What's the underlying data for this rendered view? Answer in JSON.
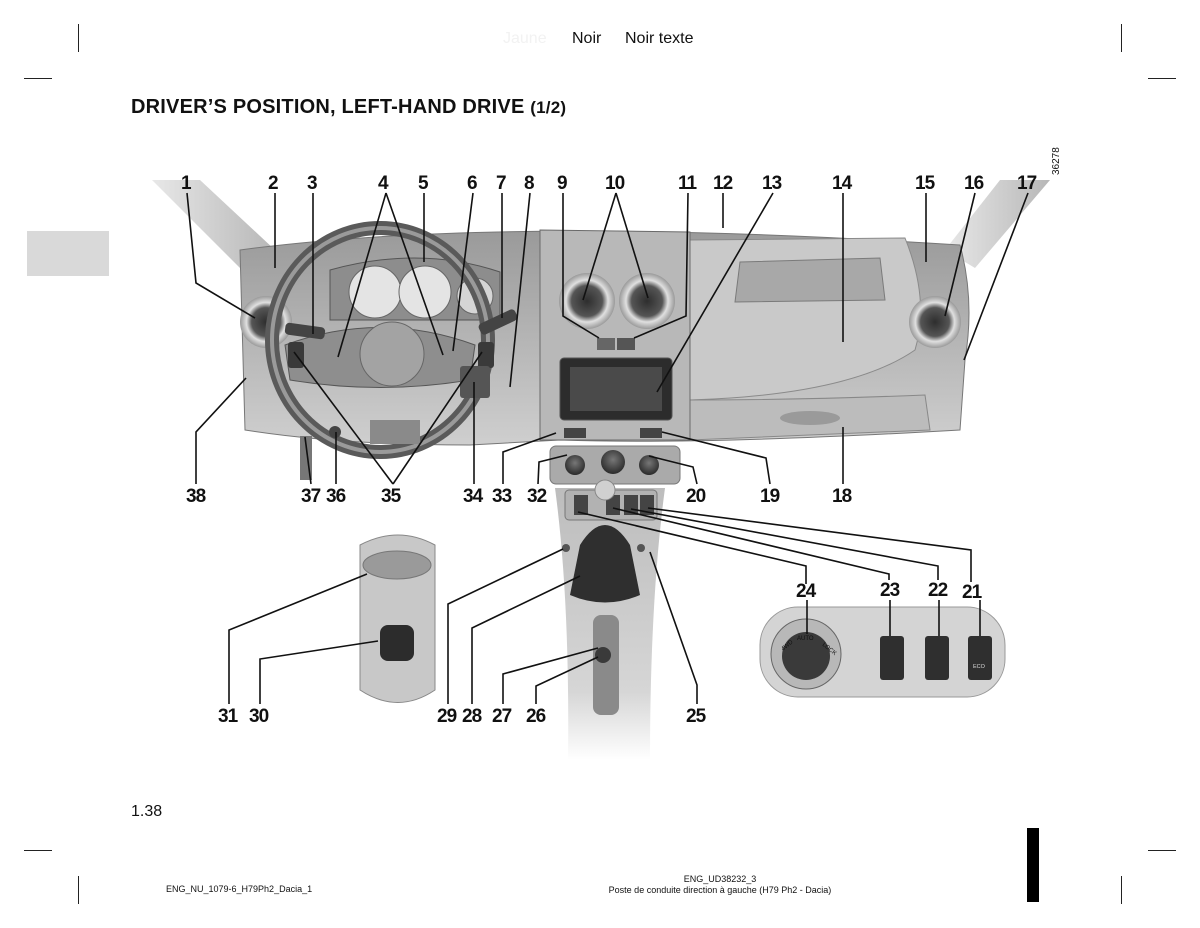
{
  "header": {
    "color_1": "Jaune",
    "color_2": "Noir",
    "color_3": "Noir texte"
  },
  "title": {
    "main": "DRIVER’S POSITION, LEFT-HAND DRIVE",
    "sub": "(1/2)"
  },
  "figure": {
    "reference": "36278",
    "callouts": [
      "1",
      "2",
      "3",
      "4",
      "5",
      "6",
      "7",
      "8",
      "9",
      "10",
      "11",
      "12",
      "13",
      "14",
      "15",
      "16",
      "17",
      "18",
      "19",
      "20",
      "21",
      "22",
      "23",
      "24",
      "25",
      "26",
      "27",
      "28",
      "29",
      "30",
      "31",
      "32",
      "33",
      "34",
      "35",
      "36",
      "37",
      "38"
    ],
    "knob_labels": {
      "auto": "AUTO",
      "left": "4WD",
      "right": "LOCK",
      "eco": "ECO"
    }
  },
  "page_number": "1.38",
  "footer": {
    "left": "ENG_NU_1079-6_H79Ph2_Dacia_1",
    "center_code": "ENG_UD38232_3",
    "center_text": "Poste de conduite direction à gauche (H79 Ph2 - Dacia)"
  }
}
